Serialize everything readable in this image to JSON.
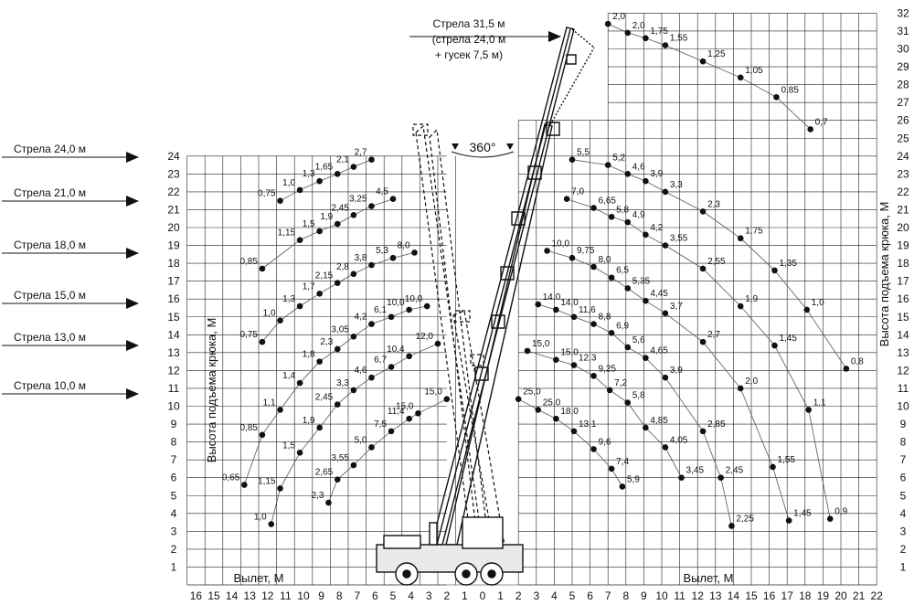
{
  "chart_data": {
    "type": "scatter",
    "x_axis": {
      "label": "Вылет, М",
      "left_ticks": [
        "16",
        "15",
        "14",
        "13",
        "12",
        "11",
        "10",
        "9",
        "8",
        "7",
        "6",
        "5",
        "4",
        "3",
        "2",
        "1",
        "0"
      ],
      "right_ticks": [
        "1",
        "2",
        "3",
        "4",
        "5",
        "6",
        "7",
        "8",
        "9",
        "10",
        "11",
        "12",
        "13",
        "14",
        "15",
        "16",
        "17",
        "18",
        "19",
        "20",
        "21",
        "22"
      ],
      "range": [
        -16,
        22
      ]
    },
    "y_axis": {
      "label": "Высота подъема крюка, М",
      "ticks": [
        "1",
        "2",
        "3",
        "4",
        "5",
        "6",
        "7",
        "8",
        "9",
        "10",
        "11",
        "12",
        "13",
        "14",
        "15",
        "16",
        "17",
        "18",
        "19",
        "20",
        "21",
        "22",
        "23",
        "24",
        "25",
        "26",
        "27",
        "28",
        "29",
        "30",
        "31",
        "32"
      ],
      "range": [
        0,
        32
      ]
    },
    "rotation_label": "360°",
    "grid": true,
    "boom_labels": [
      {
        "lines": [
          "Стрела 31,5 м",
          "(стрела 24,0 м",
          "+ гусек 7,5 м)"
        ]
      },
      {
        "lines": [
          "Стрела 24,0 м"
        ]
      },
      {
        "lines": [
          "Стрела 21,0 м"
        ]
      },
      {
        "lines": [
          "Стрела 18,0 м"
        ]
      },
      {
        "lines": [
          "Стрела 15,0 м"
        ]
      },
      {
        "lines": [
          "Стрела 13,0 м"
        ]
      },
      {
        "lines": [
          "Стрела 10,0 м"
        ]
      }
    ],
    "series": [
      {
        "points": [
          {
            "x": 7.0,
            "y": 31.4,
            "label": "2,0"
          },
          {
            "x": 8.1,
            "y": 30.9,
            "label": "2,0"
          },
          {
            "x": 9.1,
            "y": 30.6,
            "label": "1,75"
          },
          {
            "x": 10.2,
            "y": 30.2,
            "label": "1,55"
          },
          {
            "x": 12.3,
            "y": 29.3,
            "label": "1,25"
          },
          {
            "x": 14.4,
            "y": 28.4,
            "label": "1,05"
          },
          {
            "x": 16.4,
            "y": 27.3,
            "label": "0,85"
          },
          {
            "x": 18.3,
            "y": 25.5,
            "label": "0,7"
          }
        ]
      },
      {
        "points": [
          {
            "x": 5.0,
            "y": 23.8,
            "label": "5,5"
          },
          {
            "x": 7.0,
            "y": 23.5,
            "label": "5,2"
          },
          {
            "x": 8.1,
            "y": 23.0,
            "label": "4,6"
          },
          {
            "x": 9.1,
            "y": 22.6,
            "label": "3,9"
          },
          {
            "x": 10.2,
            "y": 22.0,
            "label": "3,3"
          },
          {
            "x": 12.3,
            "y": 20.9,
            "label": "2,3"
          },
          {
            "x": 14.4,
            "y": 19.4,
            "label": "1,75"
          },
          {
            "x": 16.3,
            "y": 17.6,
            "label": "1,35"
          },
          {
            "x": 18.1,
            "y": 15.4,
            "label": "1,0"
          },
          {
            "x": 20.3,
            "y": 12.1,
            "label": "0,8"
          }
        ]
      },
      {
        "points": [
          {
            "x": 4.7,
            "y": 21.6,
            "label": "7,0"
          },
          {
            "x": 6.2,
            "y": 21.1,
            "label": "6,65"
          },
          {
            "x": 7.2,
            "y": 20.6,
            "label": "5,8"
          },
          {
            "x": 8.1,
            "y": 20.3,
            "label": "4,9"
          },
          {
            "x": 9.1,
            "y": 19.6,
            "label": "4,2"
          },
          {
            "x": 10.2,
            "y": 19.0,
            "label": "3,55"
          },
          {
            "x": 12.3,
            "y": 17.7,
            "label": "2,55"
          },
          {
            "x": 14.4,
            "y": 15.6,
            "label": "1,9"
          },
          {
            "x": 16.3,
            "y": 13.4,
            "label": "1,45"
          },
          {
            "x": 18.2,
            "y": 9.8,
            "label": "1,1"
          },
          {
            "x": 19.4,
            "y": 3.7,
            "label": "0,9"
          }
        ]
      },
      {
        "points": [
          {
            "x": 3.6,
            "y": 18.7,
            "label": "10,0"
          },
          {
            "x": 5.0,
            "y": 18.3,
            "label": "9,75"
          },
          {
            "x": 6.2,
            "y": 17.8,
            "label": "8,0"
          },
          {
            "x": 7.2,
            "y": 17.2,
            "label": "6,5"
          },
          {
            "x": 8.1,
            "y": 16.6,
            "label": "5,35"
          },
          {
            "x": 9.1,
            "y": 15.9,
            "label": "4,45"
          },
          {
            "x": 10.2,
            "y": 15.2,
            "label": "3,7"
          },
          {
            "x": 12.3,
            "y": 13.6,
            "label": "2,7"
          },
          {
            "x": 14.4,
            "y": 11.0,
            "label": "2,0"
          },
          {
            "x": 16.2,
            "y": 6.6,
            "label": "1,55"
          },
          {
            "x": 17.1,
            "y": 3.6,
            "label": "1,45"
          }
        ]
      },
      {
        "points": [
          {
            "x": 3.1,
            "y": 15.7,
            "label": "14,0"
          },
          {
            "x": 4.1,
            "y": 15.4,
            "label": "14,0"
          },
          {
            "x": 5.1,
            "y": 15.0,
            "label": "11,6"
          },
          {
            "x": 6.2,
            "y": 14.6,
            "label": "8,8"
          },
          {
            "x": 7.2,
            "y": 14.1,
            "label": "6,9"
          },
          {
            "x": 8.1,
            "y": 13.3,
            "label": "5,6"
          },
          {
            "x": 9.1,
            "y": 12.7,
            "label": "4,65"
          },
          {
            "x": 10.2,
            "y": 11.6,
            "label": "3,9"
          },
          {
            "x": 12.3,
            "y": 8.6,
            "label": "2,85"
          },
          {
            "x": 13.3,
            "y": 6.0,
            "label": "2,45"
          },
          {
            "x": 13.9,
            "y": 3.3,
            "label": "2,25"
          }
        ]
      },
      {
        "points": [
          {
            "x": 2.5,
            "y": 13.1,
            "label": "15,0"
          },
          {
            "x": 4.1,
            "y": 12.6,
            "label": "15,0"
          },
          {
            "x": 5.1,
            "y": 12.3,
            "label": "12,3"
          },
          {
            "x": 6.2,
            "y": 11.7,
            "label": "9,25"
          },
          {
            "x": 7.1,
            "y": 10.9,
            "label": "7,2"
          },
          {
            "x": 8.1,
            "y": 10.2,
            "label": "5,8"
          },
          {
            "x": 9.1,
            "y": 8.8,
            "label": "4,85"
          },
          {
            "x": 10.2,
            "y": 7.7,
            "label": "4,05"
          },
          {
            "x": 11.1,
            "y": 6.0,
            "label": "3,45"
          }
        ]
      },
      {
        "points": [
          {
            "x": 2.0,
            "y": 10.4,
            "label": "25,0"
          },
          {
            "x": 3.1,
            "y": 9.8,
            "label": "25,0"
          },
          {
            "x": 4.1,
            "y": 9.3,
            "label": "18,0"
          },
          {
            "x": 5.1,
            "y": 8.6,
            "label": "13,1"
          },
          {
            "x": 6.2,
            "y": 7.6,
            "label": "9,6"
          },
          {
            "x": 7.2,
            "y": 6.5,
            "label": "7,4"
          },
          {
            "x": 7.8,
            "y": 5.5,
            "label": "5,9"
          }
        ]
      },
      {
        "points": [
          {
            "x": -6.2,
            "y": 23.8,
            "label": "2,7"
          },
          {
            "x": -7.2,
            "y": 23.4,
            "label": "2,1"
          },
          {
            "x": -8.1,
            "y": 23.0,
            "label": "1,65"
          },
          {
            "x": -9.1,
            "y": 22.6,
            "label": "1,3"
          },
          {
            "x": -10.2,
            "y": 22.1,
            "label": "1,0"
          },
          {
            "x": -11.3,
            "y": 21.5,
            "label": "0,75"
          }
        ]
      },
      {
        "points": [
          {
            "x": -5.0,
            "y": 21.6,
            "label": "4,5"
          },
          {
            "x": -6.2,
            "y": 21.2,
            "label": "3,25"
          },
          {
            "x": -7.2,
            "y": 20.7,
            "label": "2,45"
          },
          {
            "x": -8.1,
            "y": 20.2,
            "label": "1,9"
          },
          {
            "x": -9.1,
            "y": 19.8,
            "label": "1,5"
          },
          {
            "x": -10.2,
            "y": 19.3,
            "label": "1,15"
          },
          {
            "x": -12.3,
            "y": 17.7,
            "label": "0,85"
          }
        ]
      },
      {
        "points": [
          {
            "x": -3.8,
            "y": 18.6,
            "label": "8,0"
          },
          {
            "x": -5.0,
            "y": 18.3,
            "label": "5,3"
          },
          {
            "x": -6.2,
            "y": 17.9,
            "label": "3,8"
          },
          {
            "x": -7.2,
            "y": 17.4,
            "label": "2,8"
          },
          {
            "x": -8.1,
            "y": 16.9,
            "label": "2,15"
          },
          {
            "x": -9.1,
            "y": 16.3,
            "label": "1,7"
          },
          {
            "x": -10.2,
            "y": 15.6,
            "label": "1,3"
          },
          {
            "x": -11.3,
            "y": 14.8,
            "label": "1,0"
          },
          {
            "x": -12.3,
            "y": 13.6,
            "label": "0,75"
          }
        ]
      },
      {
        "points": [
          {
            "x": -3.1,
            "y": 15.6,
            "label": "10,0"
          },
          {
            "x": -4.1,
            "y": 15.4,
            "label": "10,0"
          },
          {
            "x": -5.1,
            "y": 15.0,
            "label": "6,1"
          },
          {
            "x": -6.2,
            "y": 14.6,
            "label": "4,2"
          },
          {
            "x": -7.2,
            "y": 13.9,
            "label": "3,05"
          },
          {
            "x": -8.1,
            "y": 13.2,
            "label": "2,3"
          },
          {
            "x": -9.1,
            "y": 12.5,
            "label": "1,8"
          },
          {
            "x": -10.2,
            "y": 11.3,
            "label": "1,4"
          },
          {
            "x": -11.3,
            "y": 9.8,
            "label": "1,1"
          },
          {
            "x": -12.3,
            "y": 8.4,
            "label": "0,85"
          },
          {
            "x": -13.3,
            "y": 5.6,
            "label": "0,65"
          }
        ]
      },
      {
        "points": [
          {
            "x": -2.5,
            "y": 13.5,
            "label": "12,0"
          },
          {
            "x": -4.1,
            "y": 12.8,
            "label": "10,4"
          },
          {
            "x": -5.1,
            "y": 12.2,
            "label": "6,7"
          },
          {
            "x": -6.2,
            "y": 11.6,
            "label": "4,6"
          },
          {
            "x": -7.2,
            "y": 10.9,
            "label": "3,3"
          },
          {
            "x": -8.1,
            "y": 10.1,
            "label": "2,45"
          },
          {
            "x": -9.1,
            "y": 8.8,
            "label": "1,9"
          },
          {
            "x": -10.2,
            "y": 7.4,
            "label": "1,5"
          },
          {
            "x": -11.3,
            "y": 5.4,
            "label": "1,15"
          },
          {
            "x": -11.8,
            "y": 3.4,
            "label": "1,0"
          }
        ]
      },
      {
        "points": [
          {
            "x": -2.0,
            "y": 10.4,
            "label": "15,0"
          },
          {
            "x": -3.6,
            "y": 9.6,
            "label": "15,0"
          },
          {
            "x": -4.1,
            "y": 9.3,
            "label": "11,4"
          },
          {
            "x": -5.1,
            "y": 8.6,
            "label": "7,5"
          },
          {
            "x": -6.2,
            "y": 7.7,
            "label": "5,0"
          },
          {
            "x": -7.2,
            "y": 6.7,
            "label": "3,55"
          },
          {
            "x": -8.1,
            "y": 5.9,
            "label": "2,65"
          },
          {
            "x": -8.6,
            "y": 4.6,
            "label": "2,3"
          }
        ]
      }
    ]
  }
}
